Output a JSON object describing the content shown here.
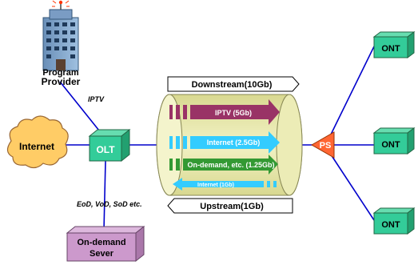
{
  "provider": {
    "line1": "Program",
    "line2": "Provider"
  },
  "olt": "OLT",
  "internet": "Internet",
  "ps": "PS",
  "onts": [
    "ONT",
    "ONT",
    "ONT"
  ],
  "labels": {
    "iptv": "IPTV",
    "services": "EoD, VoD, SoD etc."
  },
  "ondemand": {
    "line1": "On-demand",
    "line2": "Sever"
  },
  "fiber": {
    "downstream": "Downstream(10Gb)",
    "upstream": "Upstream(1Gb)",
    "streams": [
      {
        "label": "IPTV (5Gb)",
        "color": "#993366"
      },
      {
        "label": "Internet (2.5Gb)",
        "color": "#33ccff"
      },
      {
        "label": "On-demand, etc. (1.25Gb)",
        "color": "#339933"
      },
      {
        "label": "Internet (1Gb)",
        "color": "#33ccff"
      }
    ]
  },
  "colors": {
    "olt": "#33cc99",
    "ont": "#33cc99",
    "ps": "#ff6633",
    "cloud": "#ffcc66",
    "line": "#0000cc",
    "cylinder": "#e6e6a0",
    "server": "#cc99cc"
  }
}
